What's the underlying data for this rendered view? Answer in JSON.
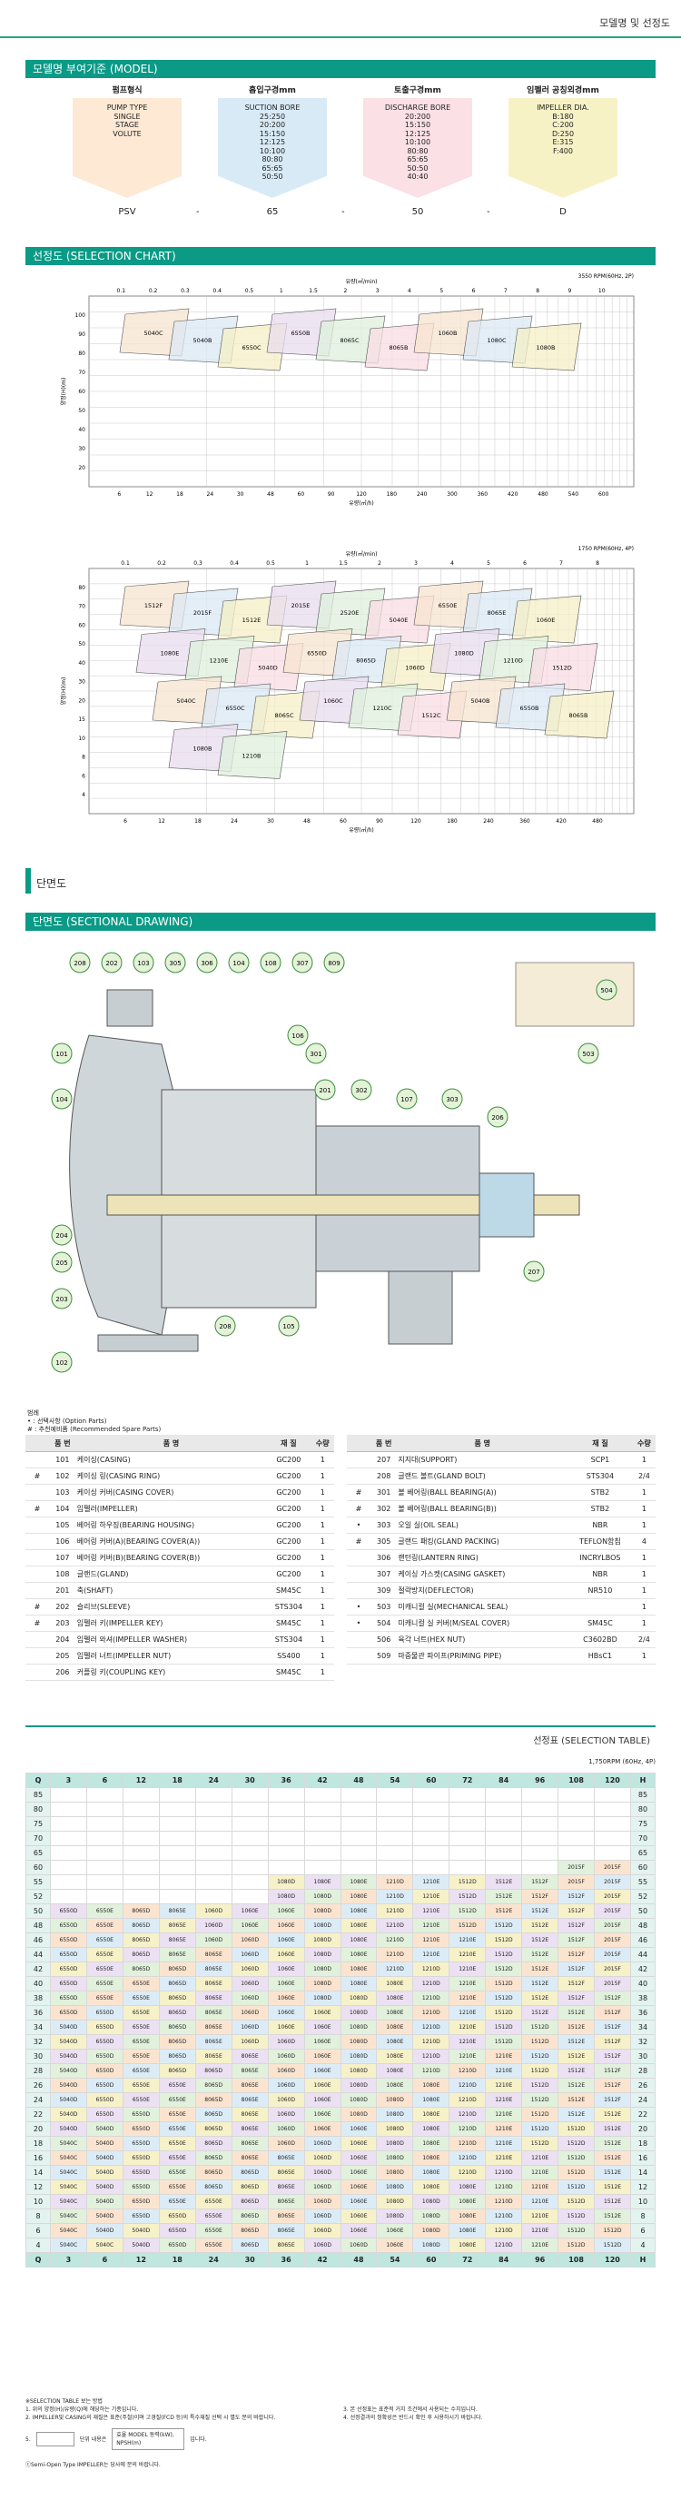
{
  "header": {
    "breadcrumb": "모델명 및 선정도"
  },
  "model_section": {
    "title": "모델명 부여기준 (MODEL)",
    "columns": [
      {
        "heading": "펌프형식",
        "items": [
          "PUMP TYPE",
          "",
          "SINGLE",
          "STAGE",
          "VOLUTE"
        ],
        "code": "PSV",
        "color": "#fde9d4"
      },
      {
        "heading": "흡입구경mm",
        "items": [
          "SUCTION BORE",
          "25:250",
          "20:200",
          "15:150",
          "12:125",
          "10:100",
          "80:80",
          "65:65",
          "50:50"
        ],
        "code": "65",
        "color": "#d8eaf6"
      },
      {
        "heading": "토출구경mm",
        "items": [
          "DISCHARGE BORE",
          "20:200",
          "15:150",
          "12:125",
          "10:100",
          "80:80",
          "65:65",
          "50:50",
          "40:40"
        ],
        "code": "50",
        "color": "#fbe0e6"
      },
      {
        "heading": "임펠러 공칭외경mm",
        "items": [
          "IMPELLER DIA.",
          "B:180",
          "C:200",
          "D:250",
          "E:315",
          "F:400"
        ],
        "code": "D",
        "color": "#f7f2c6"
      }
    ],
    "separator": "-"
  },
  "selection_section": {
    "title": "선정도 (SELECTION CHART)",
    "chart1": {
      "speed": "3550 RPM(60Hz, 2P)",
      "top_unit": "유량(㎥/min)",
      "bottom_unit": "유량(㎥/h)",
      "y_unit": "양정(H)(m)",
      "top_ticks": [
        "0.1",
        "0.2",
        "0.3",
        "0.4",
        "0.5",
        "1",
        "1.5",
        "2",
        "3",
        "4",
        "5",
        "6",
        "7",
        "8",
        "9",
        "10"
      ],
      "bottom_ticks": [
        "6",
        "12",
        "18",
        "24",
        "30",
        "48",
        "60",
        "90",
        "120",
        "180",
        "240",
        "300",
        "360",
        "420",
        "480",
        "540",
        "600"
      ],
      "y_ticks": [
        "20",
        "30",
        "40",
        "50",
        "60",
        "70",
        "80",
        "90",
        "100"
      ],
      "labels": [
        "5040C",
        "5040B",
        "6550C",
        "6550B",
        "8065C",
        "8065B",
        "1060B",
        "1080C",
        "1080B"
      ]
    },
    "chart2": {
      "speed": "1750 RPM(60Hz, 4P)",
      "top_unit": "유량(㎥/min)",
      "bottom_unit": "유량(㎥/h)",
      "y_unit": "양정(H)(m)",
      "top_ticks": [
        "0.1",
        "0.2",
        "0.3",
        "0.4",
        "0.5",
        "1",
        "1.5",
        "2",
        "3",
        "4",
        "5",
        "6",
        "7",
        "8"
      ],
      "bottom_ticks": [
        "6",
        "12",
        "18",
        "24",
        "30",
        "48",
        "60",
        "90",
        "120",
        "180",
        "240",
        "360",
        "420",
        "480"
      ],
      "y_ticks": [
        "4",
        "6",
        "8",
        "10",
        "15",
        "20",
        "30",
        "40",
        "50",
        "60",
        "70",
        "80"
      ],
      "labels": [
        "1512F",
        "2015F",
        "1512E",
        "2015E",
        "2520E",
        "5040E",
        "6550E",
        "8065E",
        "1060E",
        "1080E",
        "1210E",
        "5040D",
        "6550D",
        "8065D",
        "1060D",
        "1080D",
        "1210D",
        "1512D",
        "5040C",
        "6550C",
        "8065C",
        "1060C",
        "1210C",
        "1512C",
        "5040B",
        "6550B",
        "8065B",
        "1080B",
        "1210B"
      ]
    }
  },
  "sectional_heading": "단면도",
  "sectional_section": {
    "title": "단면도 (SECTIONAL DRAWING)",
    "callouts": [
      "208",
      "202",
      "103",
      "305",
      "306",
      "104",
      "108",
      "307",
      "809",
      "101",
      "104",
      "204",
      "205",
      "203",
      "102",
      "301",
      "106",
      "201",
      "302",
      "107",
      "303",
      "206",
      "207",
      "208",
      "105",
      "504",
      "503"
    ]
  },
  "legend": {
    "title": "범례",
    "lines": [
      "• : 선택사항 (Option Parts)",
      "# : 추천예비품 (Recommended Spare Parts)"
    ]
  },
  "parts_table": {
    "headers": [
      "품 번",
      "품 명",
      "재 질",
      "수량"
    ],
    "left": [
      [
        "",
        "101",
        "케이싱(CASING)",
        "GC200",
        "1"
      ],
      [
        "#",
        "102",
        "케이싱 링(CASING RING)",
        "GC200",
        "1"
      ],
      [
        "",
        "103",
        "케이싱 커버(CASING COVER)",
        "GC200",
        "1"
      ],
      [
        "#",
        "104",
        "임펠러(IMPELLER)",
        "GC200",
        "1"
      ],
      [
        "",
        "105",
        "베어링 하우징(BEARING HOUSING)",
        "GC200",
        "1"
      ],
      [
        "",
        "106",
        "베어링 커버(A)(BEARING COVER(A))",
        "GC200",
        "1"
      ],
      [
        "",
        "107",
        "베어링 커버(B)(BEARING COVER(B))",
        "GC200",
        "1"
      ],
      [
        "",
        "108",
        "글랜드(GLAND)",
        "GC200",
        "1"
      ],
      [
        "",
        "201",
        "축(SHAFT)",
        "SM45C",
        "1"
      ],
      [
        "#",
        "202",
        "슬리브(SLEEVE)",
        "STS304",
        "1"
      ],
      [
        "#",
        "203",
        "임펠러 키(IMPELLER KEY)",
        "SM45C",
        "1"
      ],
      [
        "",
        "204",
        "임펠러 와셔(IMPELLER WASHER)",
        "STS304",
        "1"
      ],
      [
        "",
        "205",
        "임펠러 너트(IMPELLER NUT)",
        "SS400",
        "1"
      ],
      [
        "",
        "206",
        "커플링 키(COUPLING KEY)",
        "SM45C",
        "1"
      ]
    ],
    "right": [
      [
        "",
        "207",
        "지지대(SUPPORT)",
        "SCP1",
        "1"
      ],
      [
        "",
        "208",
        "글랜드 볼트(GLAND BOLT)",
        "STS304",
        "2/4"
      ],
      [
        "#",
        "301",
        "볼 베어링(BALL BEARING(A))",
        "STB2",
        "1"
      ],
      [
        "#",
        "302",
        "볼 베어링(BALL BEARING(B))",
        "STB2",
        "1"
      ],
      [
        "•",
        "303",
        "오일 실(OIL SEAL)",
        "NBR",
        "1"
      ],
      [
        "#",
        "305",
        "글랜드 패킹(GLAND PACKING)",
        "TEFLON함침",
        "4"
      ],
      [
        "",
        "306",
        "랜턴링(LANTERN RING)",
        "INCRYLBOS",
        "1"
      ],
      [
        "",
        "307",
        "케이싱 가스켓(CASING GASKET)",
        "NBR",
        "1"
      ],
      [
        "",
        "309",
        "절락방지(DEFLECTOR)",
        "NR510",
        "1"
      ],
      [
        "•",
        "503",
        "미캐니컬 실(MECHANICAL SEAL)",
        "",
        "1"
      ],
      [
        "•",
        "504",
        "미캐니컬 실 커버(M/SEAL COVER)",
        "SM45C",
        "1"
      ],
      [
        "",
        "506",
        "육각 너트(HEX NUT)",
        "C3602BD",
        "2/4"
      ],
      [
        "",
        "509",
        "마중물관 파이프(PRIMING PIPE)",
        "HBsC1",
        "1"
      ]
    ]
  },
  "selection_table": {
    "title": "선정표 (SELECTION TABLE)",
    "speed": "1,750RPM (60Hz, 4P)",
    "corner_top": "Q",
    "corner_side": "H",
    "flows": [
      "3",
      "6",
      "12",
      "18",
      "24",
      "30",
      "36",
      "42",
      "48",
      "54",
      "60",
      "72",
      "84",
      "96",
      "108",
      "120"
    ],
    "heads": [
      "85",
      "80",
      "75",
      "70",
      "65",
      "60",
      "55",
      "52",
      "50",
      "48",
      "46",
      "44",
      "42",
      "40",
      "38",
      "36",
      "34",
      "32",
      "30",
      "28",
      "26",
      "24",
      "22",
      "20",
      "18",
      "16",
      "14",
      "12",
      "10",
      "8",
      "6",
      "4"
    ],
    "cell_models": [
      "5040C",
      "5040D",
      "6550D",
      "6550E",
      "8065D",
      "8065E",
      "1060D",
      "1060E",
      "1080D",
      "1080E",
      "1210D",
      "1210E",
      "1512D",
      "1512E",
      "1512F",
      "2015F"
    ],
    "notes": [
      "※SELECTION TABLE 보는 방법",
      "1. 위의 양정(H)/유량(Q)에 해당하는 기종입니다.",
      "2. IMPELLER및 CASING의 재질은 표준(주철)이며 고경질(FCD 등)의 특수재질 선택 시 별도 문의 바랍니다.",
      "3. 본 선정표는 표준적 거치 조건에서 사용되는 수치입니다.",
      "4. 선정결과의 정확성은 반드시 확인 후 사용하시기 바랍니다."
    ],
    "example_label": "5.",
    "example_model": "단위 내용은",
    "example_box": "효율 MODEL 동력(kW), NPSH(m)",
    "example_suffix": "입니다.",
    "footnote": "ⓒSemi-Open Type IMPELLER는 당사에 문의 바랍니다."
  }
}
